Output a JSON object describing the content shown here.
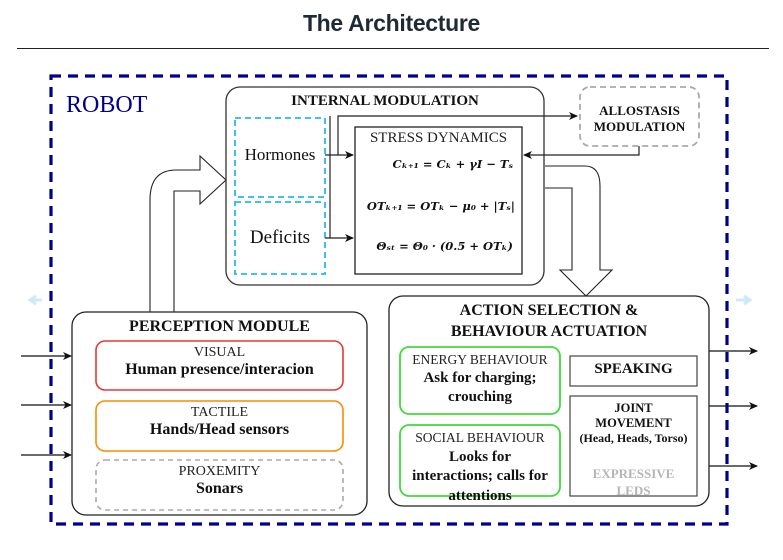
{
  "page": {
    "title": "The Architecture"
  },
  "robot": {
    "label": "ROBOT",
    "border_color": "#00008b"
  },
  "internal_modulation": {
    "title": "INTERNAL MODULATION",
    "hormones": "Hormones",
    "deficits": "Deficits",
    "dashed_color": "#29b6f6",
    "stress_dynamics": {
      "title": "STRESS DYNAMICS",
      "equations": [
        "Cₖ₊₁ = Cₖ + γI − Tₛ",
        "OTₖ₊₁ = OTₖ − μ₀ + |Tₛ|",
        "Θₛₜ = Θ₀ · (0.5 + OTₖ)"
      ]
    }
  },
  "allostasis": {
    "line1": "ALLOSTASIS",
    "line2": "MODULATION"
  },
  "perception": {
    "title": "PERCEPTION MODULE",
    "items": [
      {
        "category": "VISUAL",
        "detail": "Human presence/interacion",
        "color": "#e53935",
        "style": "solid"
      },
      {
        "category": "TACTILE",
        "detail": "Hands/Head sensors",
        "color": "#fb8c00",
        "style": "solid"
      },
      {
        "category": "PROXEMITY",
        "detail": "Sonars",
        "color": "#aaaaaa",
        "style": "dashed"
      }
    ]
  },
  "action": {
    "title_line1": "ACTION SELECTION &",
    "title_line2": "BEHAVIOUR ACTUATION",
    "behaviours": [
      {
        "category": "ENERGY BEHAVIOUR",
        "detail_line1": "Ask for charging;",
        "detail_line2": "crouching",
        "color": "#43d93b"
      },
      {
        "category": "SOCIAL BEHAVIOUR",
        "detail_line1": "Looks for",
        "detail_line2": "interactions; calls for",
        "detail_line3": "attentions",
        "color": "#43d93b"
      }
    ],
    "speaking": "SPEAKING",
    "joint_line1": "JOINT",
    "joint_line2": "MOVEMENT",
    "joint_line3": "(Head, Heads, Torso)",
    "leds_line1": "EXPRESSIVE",
    "leds_line2": "LEDS"
  }
}
